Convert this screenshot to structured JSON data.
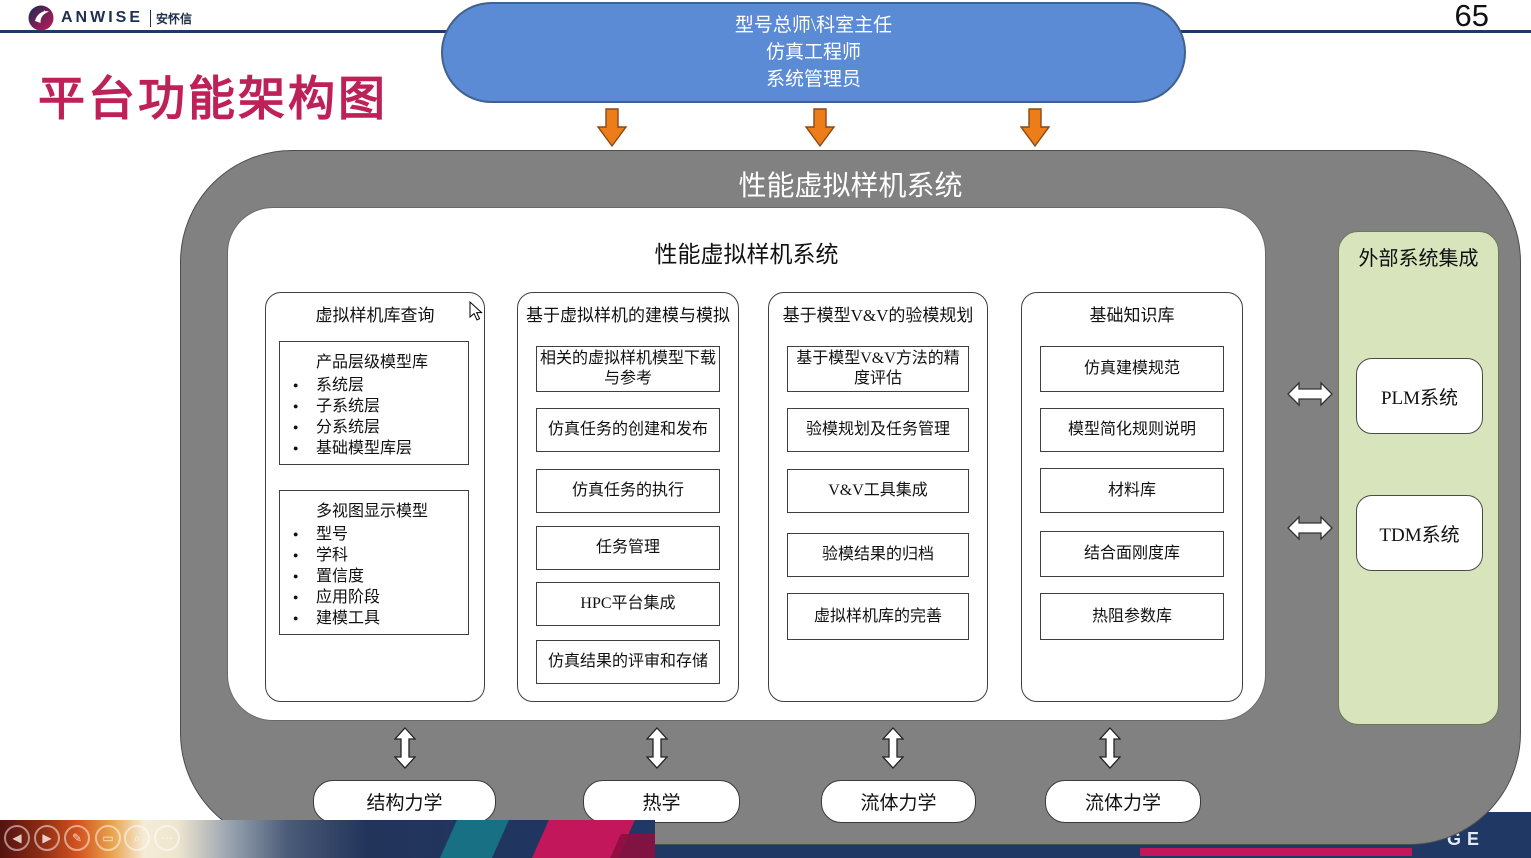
{
  "header": {
    "brand": "ANWISE",
    "brand_cn": "安怀信",
    "page_number": "65"
  },
  "title": "平台功能架构图",
  "roles_banner": {
    "lines": [
      "型号总师\\科室主任",
      "仿真工程师",
      "系统管理员"
    ]
  },
  "system": {
    "outer_title": "性能虚拟样机系统",
    "inner_title": "性能虚拟样机系统"
  },
  "columns": [
    {
      "header": "虚拟样机库查询",
      "groups": [
        {
          "title": "产品层级模型库",
          "bullets": [
            "系统层",
            "子系统层",
            "分系统层",
            "基础模型库层"
          ]
        },
        {
          "title": "多视图显示模型",
          "bullets": [
            "型号",
            "学科",
            "置信度",
            "应用阶段",
            "建模工具"
          ]
        }
      ]
    },
    {
      "header": "基于虚拟样机的建模与模拟",
      "items": [
        "相关的虚拟样机模型下载与参考",
        "仿真任务的创建和发布",
        "仿真任务的执行",
        "任务管理",
        "HPC平台集成",
        "仿真结果的评审和存储"
      ]
    },
    {
      "header": "基于模型V&V的验模规划",
      "items": [
        "基于模型V&V方法的精度评估",
        "验模规划及任务管理",
        "V&V工具集成",
        "验模结果的归档",
        "虚拟样机库的完善"
      ]
    },
    {
      "header": "基础知识库",
      "items": [
        "仿真建模规范",
        "模型简化规则说明",
        "材料库",
        "结合面刚度库",
        "热阻参数库"
      ]
    }
  ],
  "external": {
    "header": "外部系统集成",
    "systems": [
      "PLM系统",
      "TDM系统"
    ]
  },
  "disciplines": [
    "结构力学",
    "热学",
    "流体力学",
    "流体力学"
  ],
  "footer": {
    "partial_text": "GE"
  },
  "toolbar": {
    "buttons": [
      {
        "name": "previous",
        "glyph": "◀"
      },
      {
        "name": "next",
        "glyph": "▶"
      },
      {
        "name": "pen",
        "glyph": "✎"
      },
      {
        "name": "frame",
        "glyph": "▭"
      },
      {
        "name": "magnifier",
        "glyph": "⌕"
      },
      {
        "name": "more",
        "glyph": "⋯"
      }
    ]
  },
  "colors": {
    "banner_blue": "#5B8BD5",
    "arrow_orange": "#EC7D18",
    "panel_gray": "#818181",
    "panel_green": "#D7E4BC",
    "title_magenta": "#BD2157",
    "footer_navy": "#1F3864"
  }
}
